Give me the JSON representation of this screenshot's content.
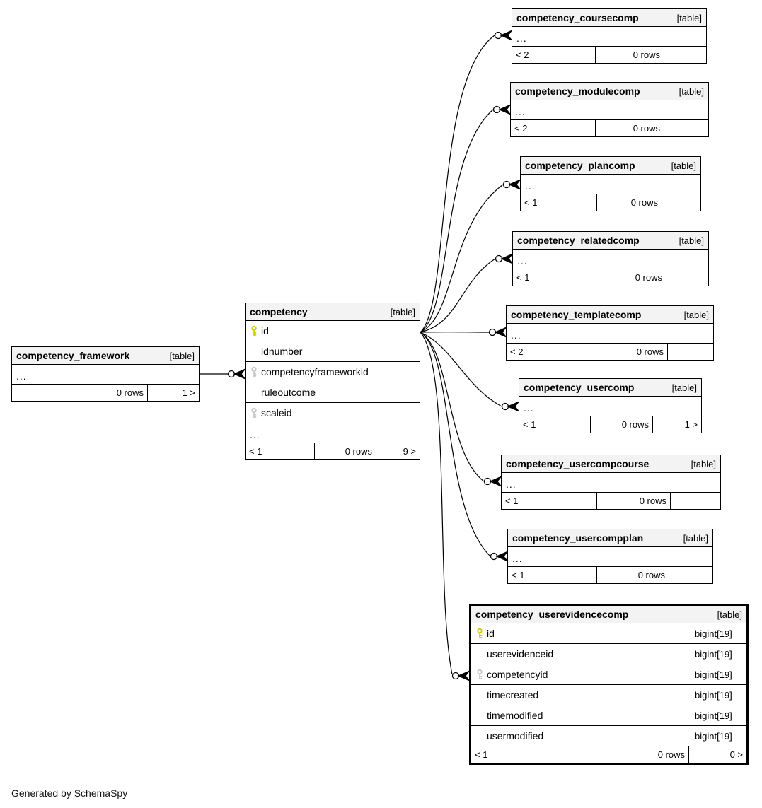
{
  "app": {
    "generated_by": "Generated by SchemaSpy"
  },
  "colors": {
    "primary_key": "#cbcb00",
    "foreign_key": "#c6c6c6",
    "header_bg": "#f3f3f3",
    "line": "#000000"
  },
  "tables": {
    "framework": {
      "name": "competency_framework",
      "badge": "[table]",
      "ellipsis": "...",
      "footer": {
        "left": "",
        "mid": "0 rows",
        "right": "1 >"
      }
    },
    "competency": {
      "name": "competency",
      "badge": "[table]",
      "ellipsis": "...",
      "columns": [
        {
          "name": "id",
          "key": "primary"
        },
        {
          "name": "idnumber",
          "key": ""
        },
        {
          "name": "competencyframeworkid",
          "key": "foreign"
        },
        {
          "name": "ruleoutcome",
          "key": ""
        },
        {
          "name": "scaleid",
          "key": "foreign"
        }
      ],
      "footer": {
        "left": "< 1",
        "mid": "0 rows",
        "right": "9 >"
      }
    },
    "coursecomp": {
      "name": "competency_coursecomp",
      "badge": "[table]",
      "ellipsis": "...",
      "footer": {
        "left": "< 2",
        "mid": "0 rows",
        "right": ""
      }
    },
    "modulecomp": {
      "name": "competency_modulecomp",
      "badge": "[table]",
      "ellipsis": "...",
      "footer": {
        "left": "< 2",
        "mid": "0 rows",
        "right": ""
      }
    },
    "plancomp": {
      "name": "competency_plancomp",
      "badge": "[table]",
      "ellipsis": "...",
      "footer": {
        "left": "< 1",
        "mid": "0 rows",
        "right": ""
      }
    },
    "relatedcomp": {
      "name": "competency_relatedcomp",
      "badge": "[table]",
      "ellipsis": "...",
      "footer": {
        "left": "< 1",
        "mid": "0 rows",
        "right": ""
      }
    },
    "templatecomp": {
      "name": "competency_templatecomp",
      "badge": "[table]",
      "ellipsis": "...",
      "footer": {
        "left": "< 2",
        "mid": "0 rows",
        "right": ""
      }
    },
    "usercomp": {
      "name": "competency_usercomp",
      "badge": "[table]",
      "ellipsis": "...",
      "footer": {
        "left": "< 1",
        "mid": "0 rows",
        "right": "1 >"
      }
    },
    "usercompcourse": {
      "name": "competency_usercompcourse",
      "badge": "[table]",
      "ellipsis": "...",
      "footer": {
        "left": "< 1",
        "mid": "0 rows",
        "right": ""
      }
    },
    "usercompplan": {
      "name": "competency_usercompplan",
      "badge": "[table]",
      "ellipsis": "...",
      "footer": {
        "left": "< 1",
        "mid": "0 rows",
        "right": ""
      }
    },
    "userevidencecomp": {
      "name": "competency_userevidencecomp",
      "badge": "[table]",
      "columns": [
        {
          "name": "id",
          "type": "bigint[19]",
          "key": "primary"
        },
        {
          "name": "userevidenceid",
          "type": "bigint[19]",
          "key": ""
        },
        {
          "name": "competencyid",
          "type": "bigint[19]",
          "key": "foreign"
        },
        {
          "name": "timecreated",
          "type": "bigint[19]",
          "key": ""
        },
        {
          "name": "timemodified",
          "type": "bigint[19]",
          "key": ""
        },
        {
          "name": "usermodified",
          "type": "bigint[19]",
          "key": ""
        }
      ],
      "footer": {
        "left": "< 1",
        "mid": "0 rows",
        "right": "0 >"
      }
    }
  }
}
